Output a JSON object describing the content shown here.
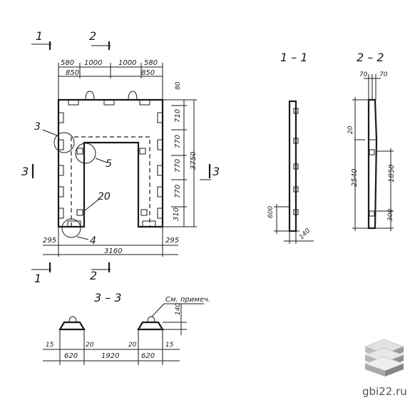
{
  "cut_labels": {
    "one": "1",
    "two": "2",
    "three": "3"
  },
  "top_dims": {
    "a": "580",
    "b": "1000",
    "c": "1000",
    "d": "580",
    "e": "850",
    "f": "850"
  },
  "right_dims": {
    "top": "80",
    "d1": "710",
    "d2": "770",
    "d3": "770",
    "d4": "770",
    "bottom": "310",
    "total": "3750"
  },
  "bottom_dims": {
    "left": "295",
    "total": "3160",
    "right": "295"
  },
  "callouts": {
    "c3": "3",
    "c4": "4",
    "c5": "5",
    "c20": "20"
  },
  "section_titles": {
    "s11": "1 – 1",
    "s22": "2 – 2",
    "s33": "3 – 3"
  },
  "sec11": {
    "bottom": "600",
    "width": "140"
  },
  "sec22": {
    "w1": "70",
    "w2": "70",
    "top_dim": "20",
    "total": "2540",
    "mid": "1850",
    "bottom": "300"
  },
  "sec33": {
    "note": "См. примеч.",
    "h": "140",
    "d15a": "15",
    "d620a": "620",
    "d20a": "20",
    "d1920": "1920",
    "d20b": "20",
    "d620b": "620",
    "d15b": "15"
  },
  "watermark": {
    "text": "gbi22.ru"
  }
}
